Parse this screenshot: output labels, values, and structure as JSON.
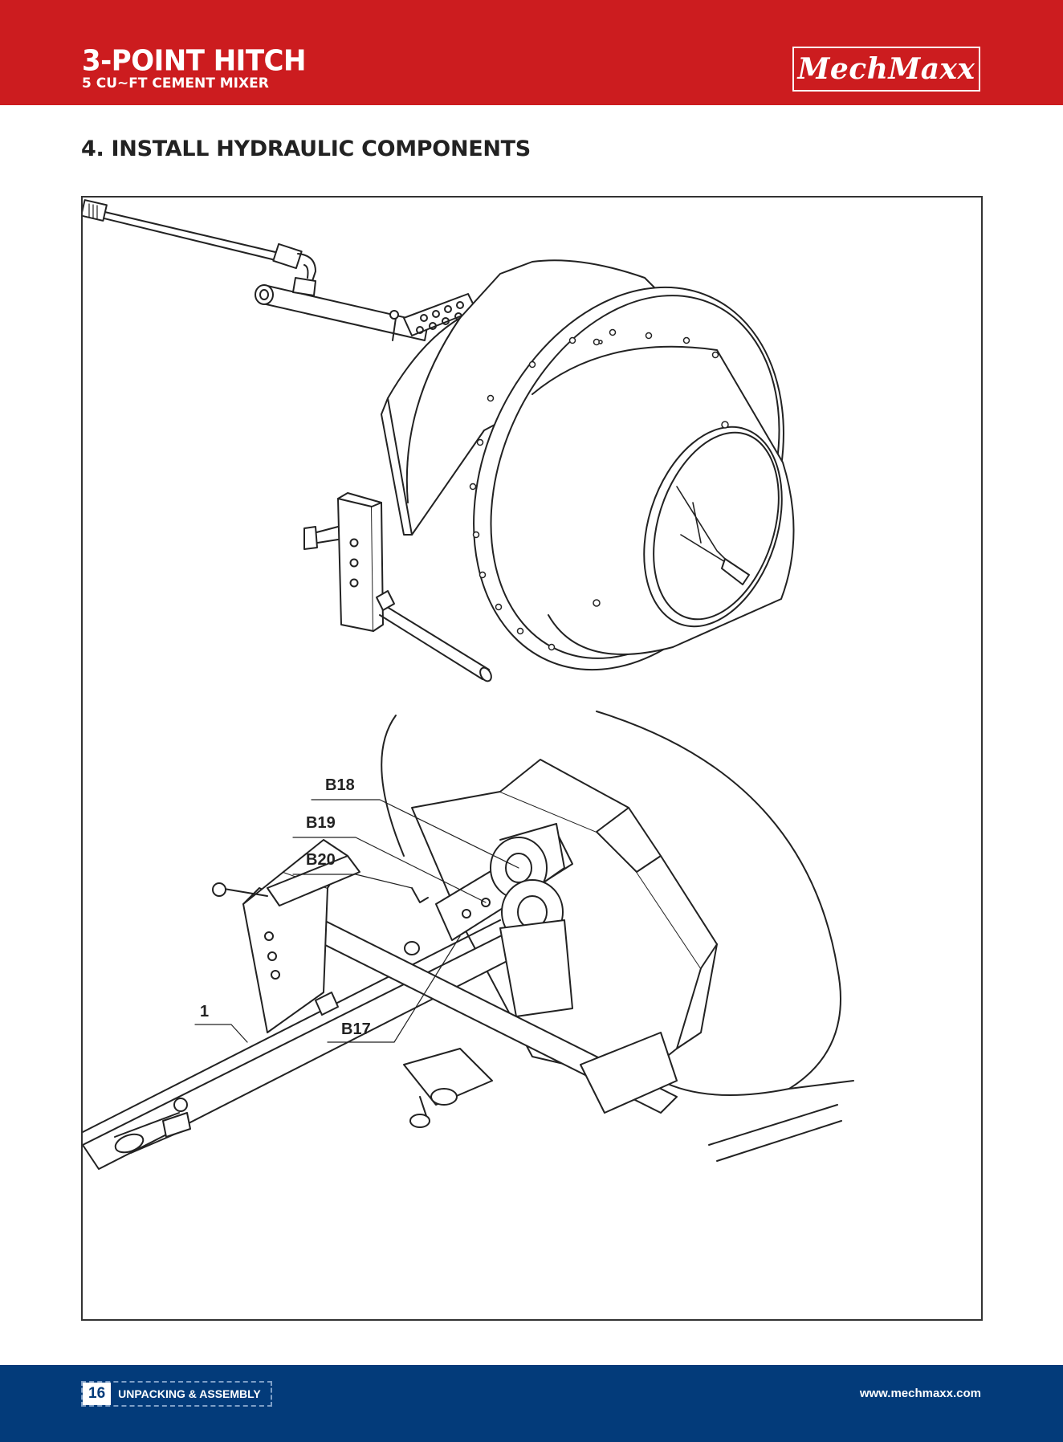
{
  "header": {
    "title_line1": "3-POINT HITCH",
    "title_line2": "5 CU~FT CEMENT MIXER",
    "logo_text": "MechMaxx",
    "background_color": "#cc1c1f"
  },
  "section": {
    "title": "4. INSTALL HYDRAULIC COMPONENTS"
  },
  "diagram": {
    "callouts": {
      "b18": "B18",
      "b19": "B19",
      "b20": "B20",
      "part1": "1",
      "b17": "B17"
    }
  },
  "footer": {
    "page_number": "16",
    "section_label": "UNPACKING & ASSEMBLY",
    "website": "www.mechmaxx.com",
    "background_color": "#033b7a"
  }
}
